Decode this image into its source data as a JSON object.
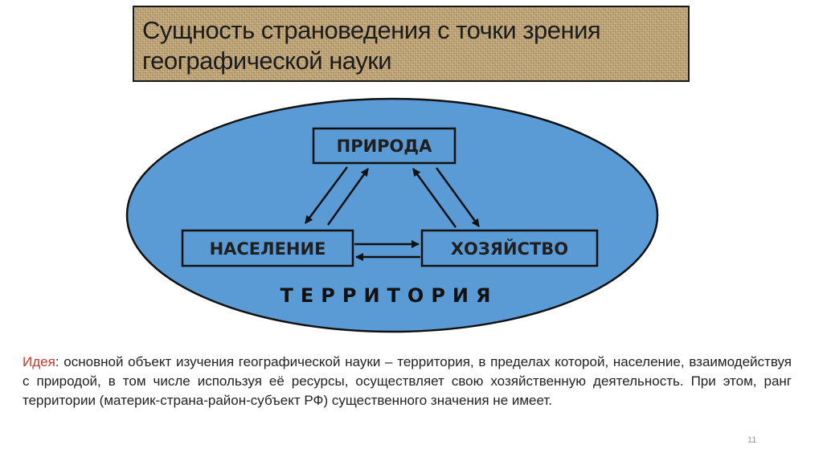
{
  "slide": {
    "title": "Сущность страноведения с точки зрения географической науки",
    "page_number": "11"
  },
  "diagram": {
    "nodes": {
      "nature": "ПРИРОДА",
      "population": "НАСЕЛЕНИЕ",
      "economy": "ХОЗЯЙСТВО"
    },
    "territory": "ТЕРРИТОРИЯ"
  },
  "idea": {
    "label": "Идея",
    "text": ": основной объект изучения географической науки – территория, в пределах которой, население, взаимодействуя с природой, в том числе используя её ресурсы, осуществляет свою хозяйственную деятельность. При этом, ранг территории (материк-страна-район-субъект РФ) существенного значения не имеет."
  },
  "colors": {
    "ellipse_fill": "#5b9bd5",
    "idea_label": "#c0392b"
  }
}
